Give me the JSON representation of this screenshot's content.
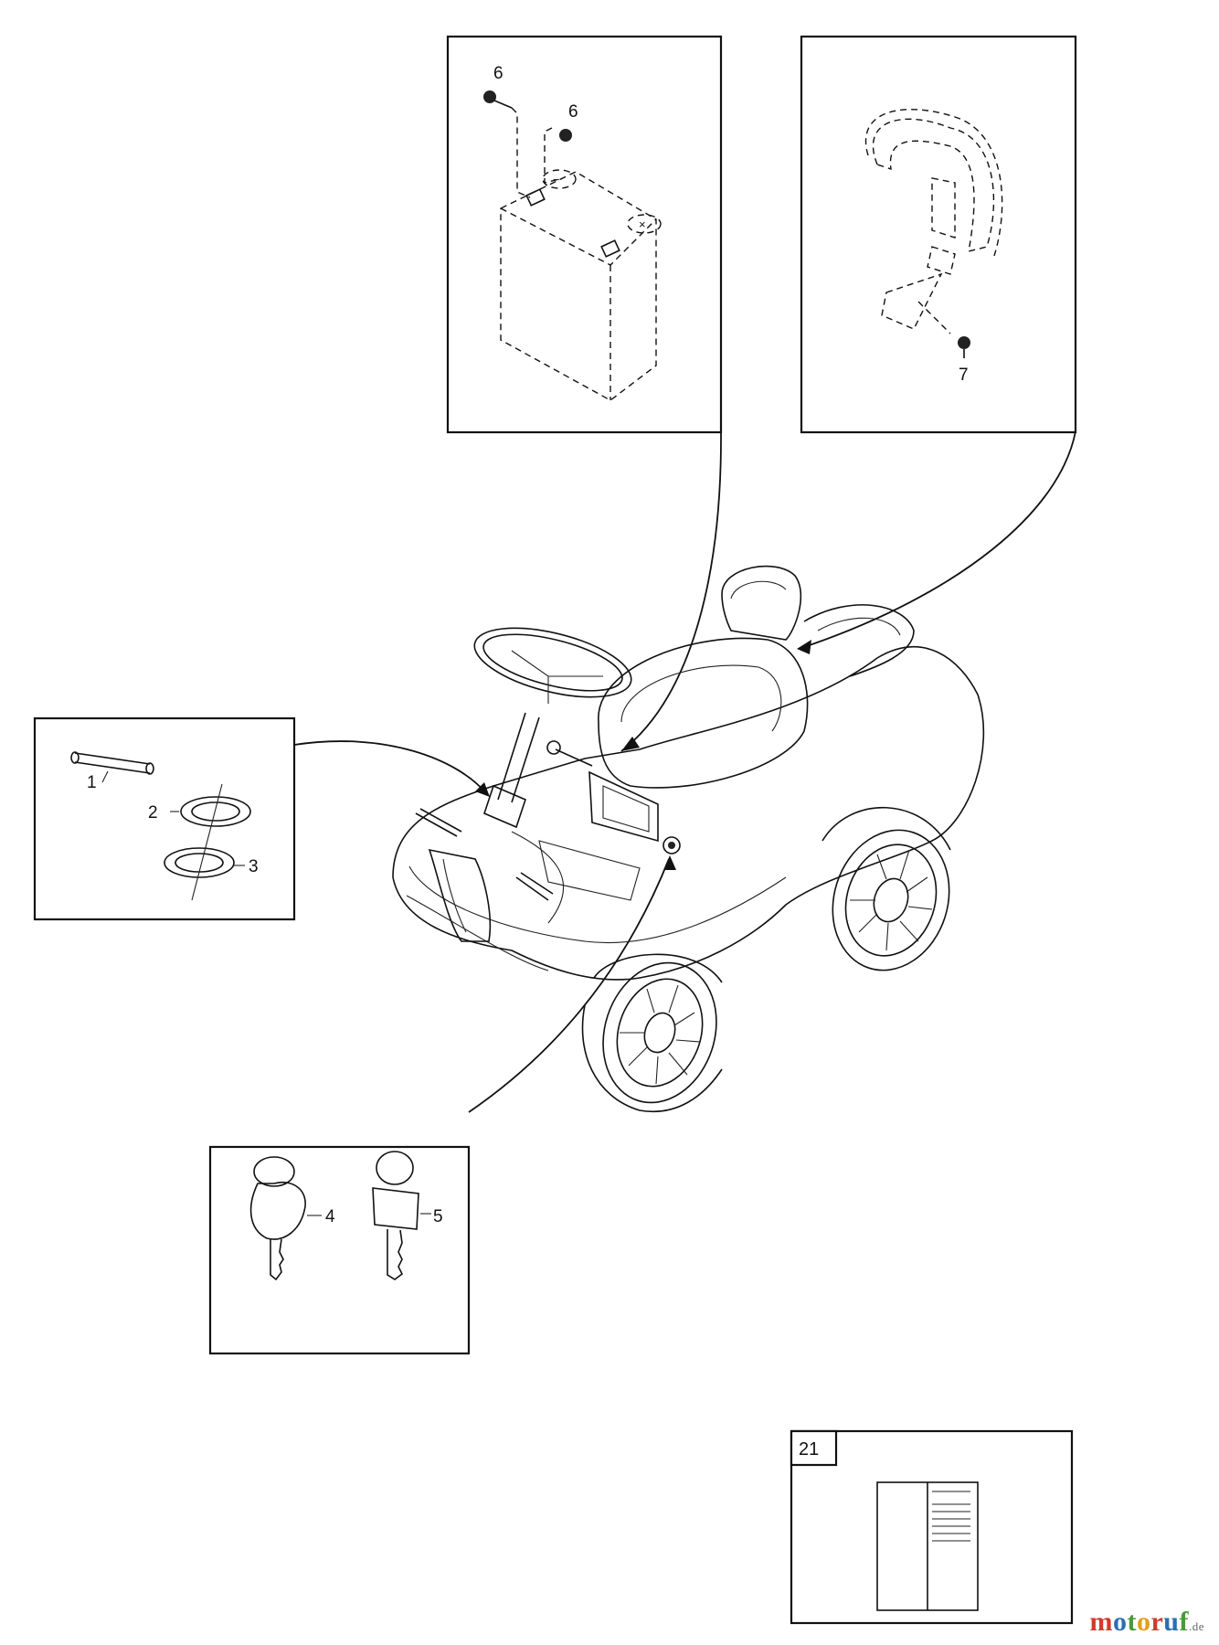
{
  "callouts": {
    "c1": "1",
    "c2": "2",
    "c3": "3",
    "c4": "4",
    "c5": "5",
    "c6a": "6",
    "c6b": "6",
    "c7": "7"
  },
  "manual_box": {
    "number": "21"
  },
  "watermark": {
    "letters": [
      {
        "ch": "m",
        "color": "#d23a2a"
      },
      {
        "ch": "o",
        "color": "#2a6fb3"
      },
      {
        "ch": "t",
        "color": "#4a9a3a"
      },
      {
        "ch": "o",
        "color": "#e0a019"
      },
      {
        "ch": "r",
        "color": "#d23a2a"
      },
      {
        "ch": "u",
        "color": "#2a6fb3"
      },
      {
        "ch": "f",
        "color": "#4a9a3a"
      }
    ],
    "suffix": ".de"
  },
  "colors": {
    "line": "#111111",
    "background": "#ffffff"
  }
}
